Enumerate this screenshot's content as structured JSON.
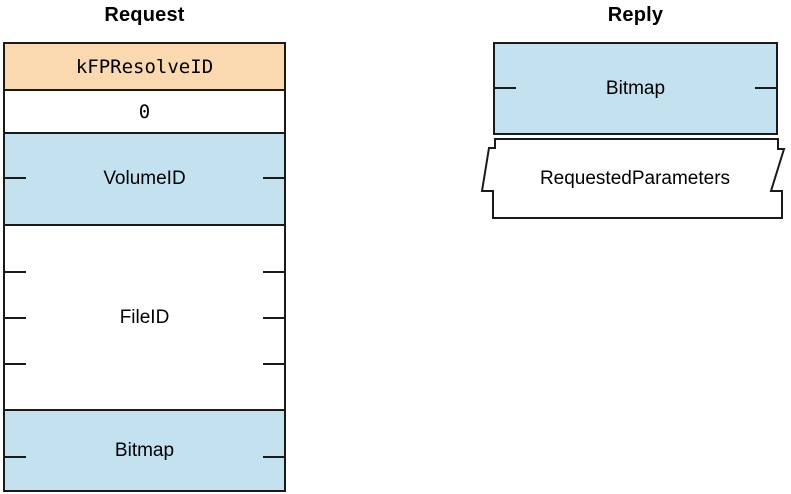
{
  "diagram": {
    "request": {
      "title": "Request",
      "fields": [
        {
          "label": "kFPResolveID",
          "size_bytes": 1,
          "style": "opcode"
        },
        {
          "label": "0",
          "size_bytes": 1,
          "style": "pad"
        },
        {
          "label": "VolumeID",
          "size_bytes": 2,
          "style": "highlight"
        },
        {
          "label": "FileID",
          "size_bytes": 4,
          "style": "plain"
        },
        {
          "label": "Bitmap",
          "size_bytes": 2,
          "style": "highlight"
        }
      ]
    },
    "reply": {
      "title": "Reply",
      "fields": [
        {
          "label": "Bitmap",
          "size_bytes": 2,
          "style": "highlight"
        },
        {
          "label": "RequestedParameters",
          "size_bytes": "variable",
          "style": "variable-length"
        }
      ]
    }
  },
  "colors": {
    "field-blue": "#c3e1ef",
    "opcode-orange": "#fad9b0",
    "line": "#1a1a1a",
    "background": "#ffffff",
    "text": "#000000"
  }
}
